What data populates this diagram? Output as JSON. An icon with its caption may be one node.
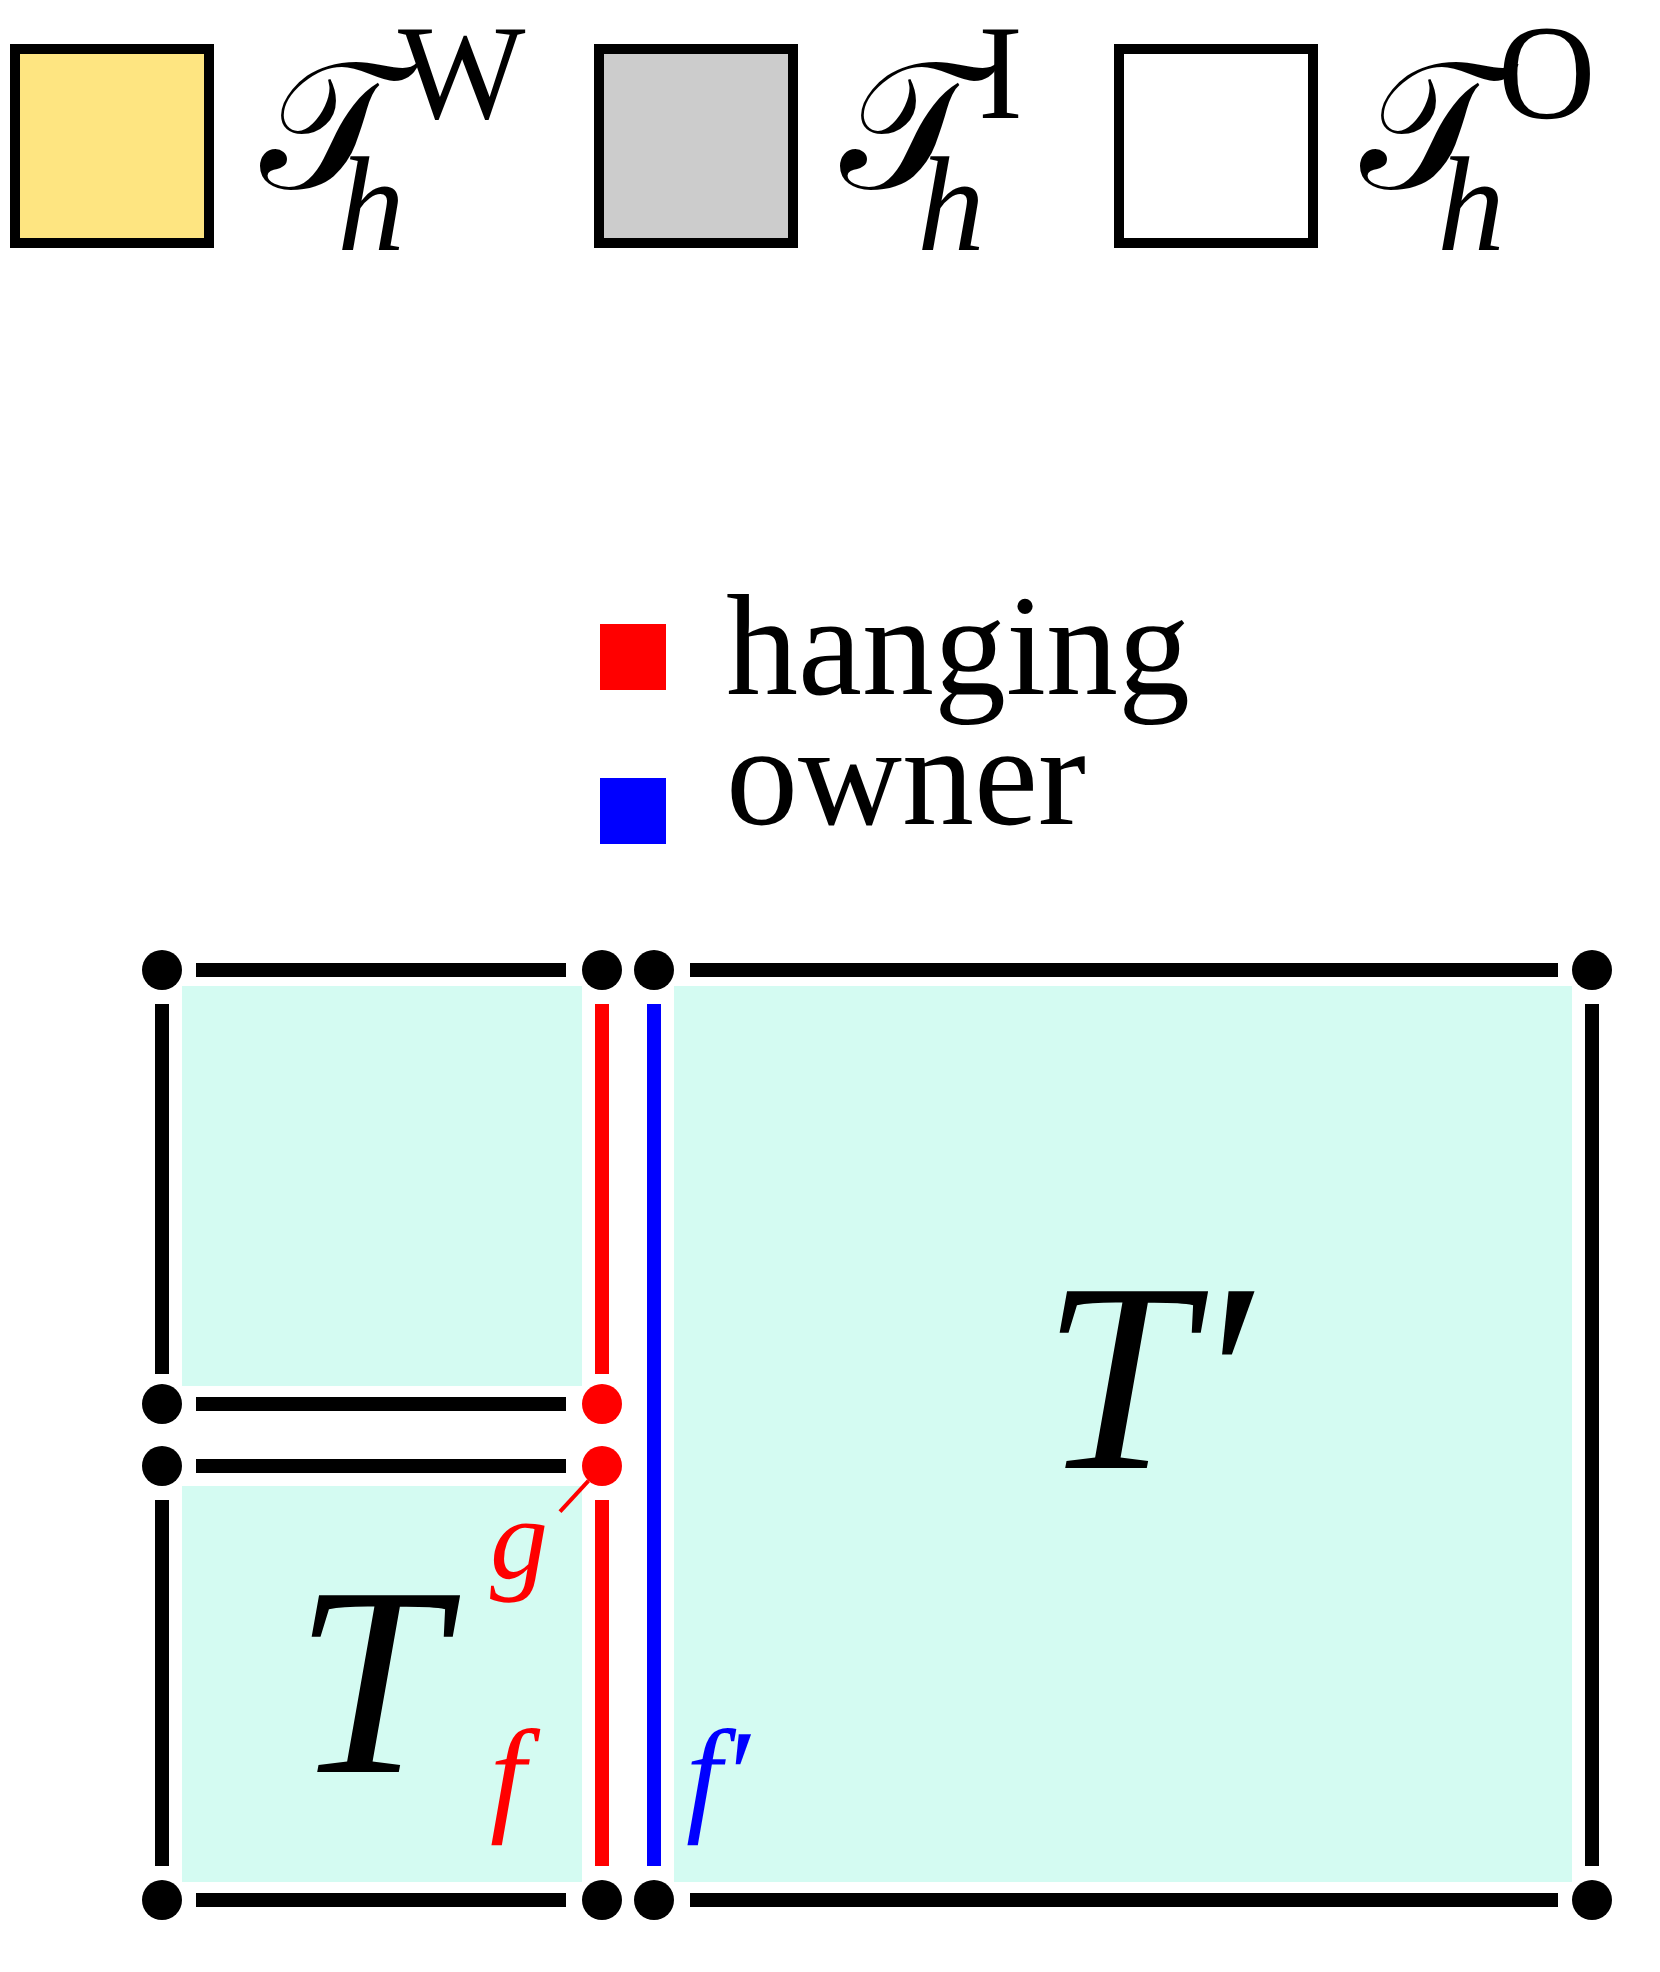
{
  "diagram": {
    "nodes": [
      {
        "text": [],
        "shape": "box"
      },
      {
        "text": [
          "T′"
        ]
      },
      {
        "text": [],
        "shape": "circle"
      },
      {
        "text": [
          "T"
        ]
      },
      {
        "text": [
          "g"
        ],
        "in": 3
      }
    ],
    "edges": [
      {
        "from": 4,
        "to": 2,
        "arrow": "none"
      }
    ],
    "labels": [
      "f",
      "f′"
    ],
    "legend": [
      {
        "text": "𝒯$_{h}$$^{W}$",
        "color": "#fee581"
      },
      {
        "text": "𝒯$_{h}$$^{I}$",
        "color": "#cccccc"
      },
      {
        "text": "𝒯$_{h}$$^{O}$",
        "color": "#ffffff"
      },
      {
        "text": "hanging",
        "color": "#ff0000"
      },
      {
        "text": "owner",
        "color": "#0000ff"
      }
    ]
  }
}
